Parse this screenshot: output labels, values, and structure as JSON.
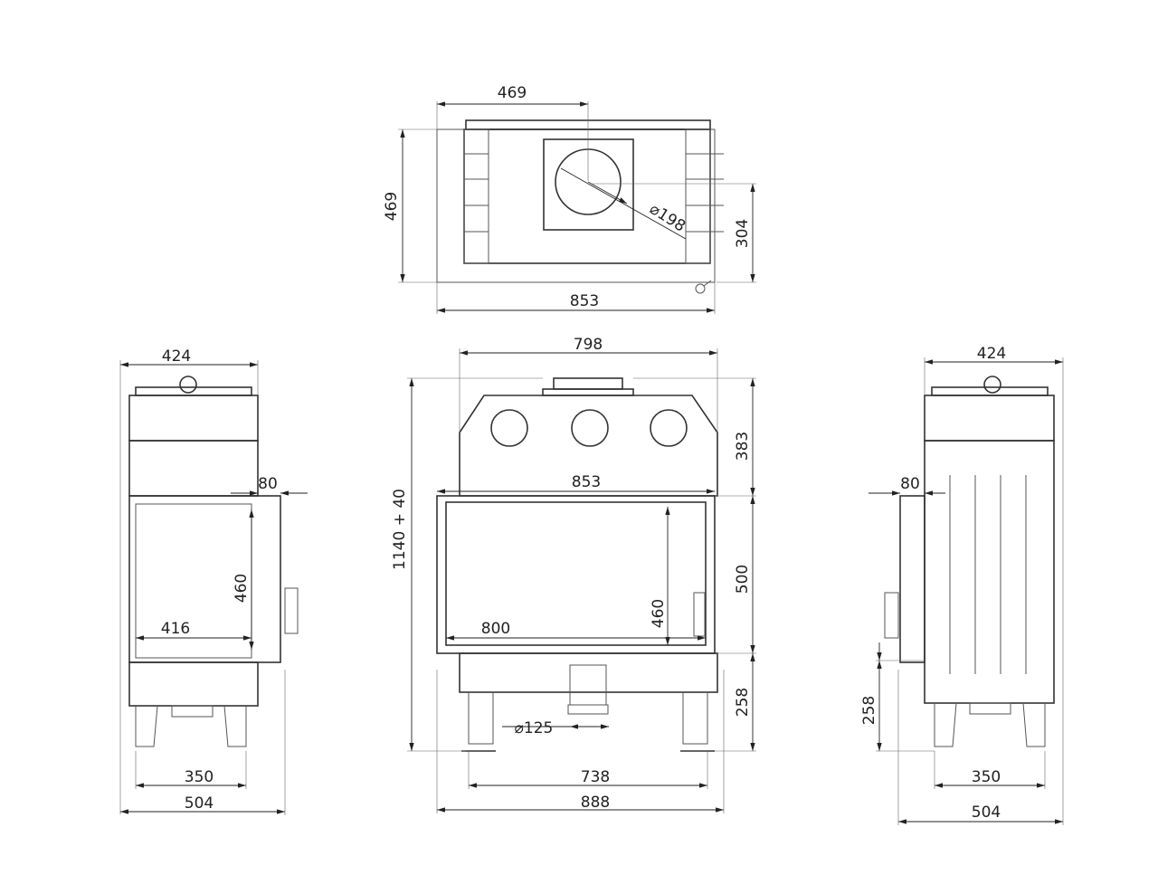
{
  "top_view": {
    "width_to_flue": "469",
    "depth": "469",
    "flue_offset": "304",
    "total_width": "853",
    "flue_diameter": "⌀198"
  },
  "front_view": {
    "top_width": "798",
    "total_height": "1140 + 40",
    "upper_height": "383",
    "door_width": "853",
    "door_height": "500",
    "glass_height": "460",
    "glass_width": "800",
    "base_height": "258",
    "air_inlet_diameter": "⌀125",
    "leg_spacing": "738",
    "total_width": "888"
  },
  "left_view": {
    "top_width": "424",
    "door_depth": "80",
    "glass_height": "460",
    "glass_width": "416",
    "leg_spacing": "350",
    "total_width": "504"
  },
  "right_view": {
    "top_width": "424",
    "door_depth": "80",
    "base_height": "258",
    "leg_spacing": "350",
    "total_width": "504"
  }
}
